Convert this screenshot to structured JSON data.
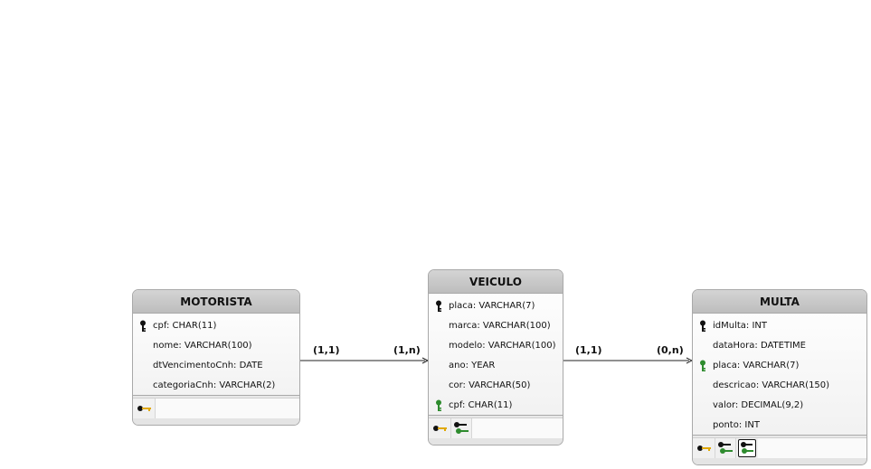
{
  "entities": {
    "motorista": {
      "name": "MOTORISTA",
      "attributes": [
        {
          "text": "cpf: CHAR(11)",
          "key": "pk"
        },
        {
          "text": "nome: VARCHAR(100)",
          "key": "none"
        },
        {
          "text": "dtVencimentoCnh: DATE",
          "key": "none"
        },
        {
          "text": "categoriaCnh: VARCHAR(2)",
          "key": "none"
        }
      ]
    },
    "veiculo": {
      "name": "VEICULO",
      "attributes": [
        {
          "text": "placa: VARCHAR(7)",
          "key": "pk"
        },
        {
          "text": "marca: VARCHAR(100)",
          "key": "none"
        },
        {
          "text": "modelo: VARCHAR(100)",
          "key": "none"
        },
        {
          "text": "ano: YEAR",
          "key": "none"
        },
        {
          "text": "cor: VARCHAR(50)",
          "key": "none"
        },
        {
          "text": "cpf: CHAR(11)",
          "key": "fk"
        }
      ]
    },
    "multa": {
      "name": "MULTA",
      "attributes": [
        {
          "text": "idMulta: INT",
          "key": "pk"
        },
        {
          "text": "dataHora: DATETIME",
          "key": "none"
        },
        {
          "text": "placa: VARCHAR(7)",
          "key": "fk"
        },
        {
          "text": "descricao: VARCHAR(150)",
          "key": "none"
        },
        {
          "text": "valor: DECIMAL(9,2)",
          "key": "none"
        },
        {
          "text": "ponto: INT",
          "key": "none"
        }
      ]
    }
  },
  "relationships": {
    "motorista_veiculo": {
      "from_card": "(1,1)",
      "to_card": "(1,n)"
    },
    "veiculo_multa": {
      "from_card": "(1,1)",
      "to_card": "(0,n)"
    }
  },
  "colors": {
    "pk_key": "#111111",
    "fk_key": "#2e8b2e",
    "index_key": "#e0a800"
  }
}
